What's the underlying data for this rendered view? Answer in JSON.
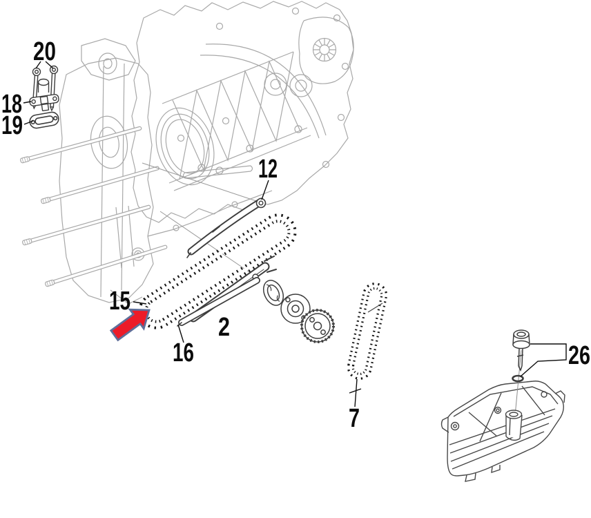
{
  "labels": {
    "p20": "20",
    "p18": "18",
    "p19": "19",
    "p12": "12",
    "p15": "15",
    "p16": "16",
    "p2": "2",
    "p7": "7",
    "p26": "26"
  },
  "colors": {
    "background": "#ffffff",
    "label_text": "#0c0c0c",
    "case_line": "#a8a8a8",
    "part_line": "#3d3d3d",
    "chain": "#161616",
    "pan_line": "#474747",
    "arrow_fill": "#ec1b28",
    "arrow_stroke": "#5f6e99"
  }
}
